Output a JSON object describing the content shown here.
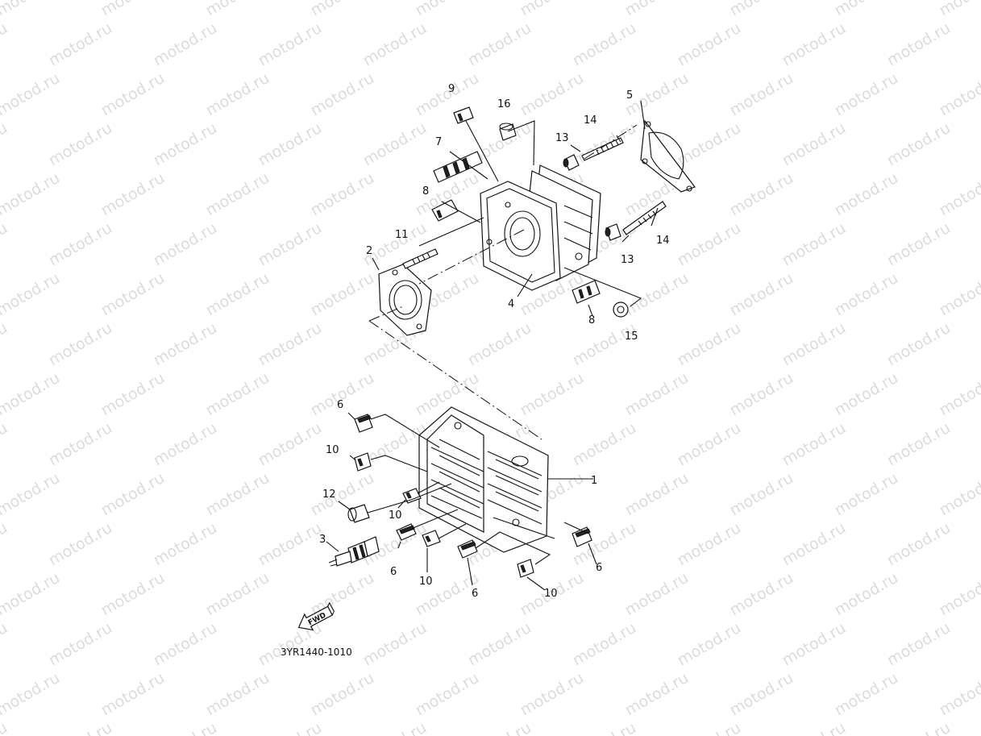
{
  "watermark": "motod.ru",
  "diagram_code": "3YR1440-1010",
  "fwd_label": "FWD",
  "callouts": {
    "c1": "1",
    "c2": "2",
    "c3": "3",
    "c4": "4",
    "c5": "5",
    "c6a": "6",
    "c6b": "6",
    "c6c": "6",
    "c6d": "6",
    "c7": "7",
    "c8a": "8",
    "c8b": "8",
    "c9": "9",
    "c10a": "10",
    "c10b": "10",
    "c10c": "10",
    "c10d": "10",
    "c11": "11",
    "c12": "12",
    "c13a": "13",
    "c13b": "13",
    "c14a": "14",
    "c14b": "14",
    "c15": "15",
    "c16": "16"
  }
}
